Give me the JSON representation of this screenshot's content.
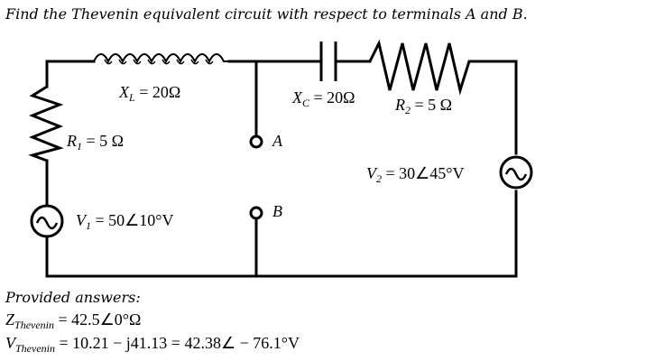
{
  "title": "Find the Thevenin equivalent circuit with respect to terminals A and B.",
  "components": {
    "inductor": {
      "symbol": "X",
      "sub": "L",
      "value": "= 20Ω"
    },
    "capacitor": {
      "symbol": "X",
      "sub": "C",
      "value": "= 20Ω"
    },
    "resistor_2": {
      "symbol": "R",
      "sub": "2",
      "value": "= 5 Ω"
    },
    "resistor_1": {
      "symbol": "R",
      "sub": "1",
      "value": "= 5 Ω"
    },
    "source_1": {
      "symbol": "V",
      "sub": "1",
      "value": "= 50∠10°V"
    },
    "source_2": {
      "symbol": "V",
      "sub": "2",
      "value": "= 30∠45°V"
    }
  },
  "terminals": {
    "a": "A",
    "b": "B"
  },
  "answers": {
    "heading": "Provided answers:",
    "z_symbol": "Z",
    "z_sub": "Thevenin",
    "z_value": "= 42.5∠0°Ω",
    "v_symbol": "V",
    "v_sub": "Thevenin",
    "v_value": "= 10.21 − j41.13 = 42.38∠ − 76.1°V"
  },
  "colors": {
    "line": "#000000",
    "background": "#ffffff"
  }
}
